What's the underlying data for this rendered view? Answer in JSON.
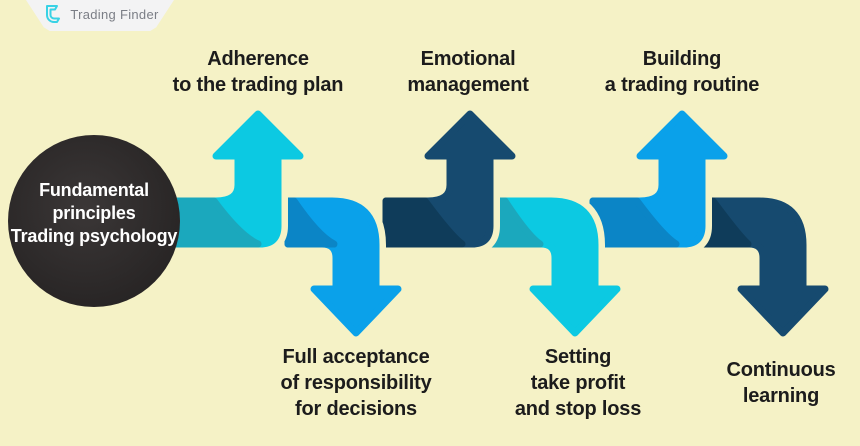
{
  "brand": {
    "name": "Trading Finder",
    "glyph_icon": "tc-monogram"
  },
  "hub": {
    "label": "Fundamental\nprinciples\nTrading psychology"
  },
  "principles_top": [
    {
      "label": "Adherence\nto the trading plan",
      "arrow_color_name": "cyan",
      "arrow_direction": "up"
    },
    {
      "label": "Emotional\nmanagement",
      "arrow_color_name": "navy",
      "arrow_direction": "up"
    },
    {
      "label": "Building\na trading routine",
      "arrow_color_name": "blue",
      "arrow_direction": "up"
    }
  ],
  "principles_bottom": [
    {
      "label": "Full acceptance\nof responsibility\nfor decisions",
      "arrow_color_name": "blue",
      "arrow_direction": "down"
    },
    {
      "label": "Setting\ntake profit\nand stop loss",
      "arrow_color_name": "cyan",
      "arrow_direction": "down"
    },
    {
      "label": "Continuous\nlearning",
      "arrow_color_name": "navy",
      "arrow_direction": "down"
    }
  ],
  "colors": {
    "background": "#F5F2C6",
    "cyan": "#0CC9E2",
    "teal_dark": "#1BA8BD",
    "blue": "#0AA1EA",
    "blue_dark": "#0B85C6",
    "navy": "#164A6F",
    "navy_dark": "#0F3C5A",
    "hub": "#2E2B2B",
    "ink": "#1C1C1C",
    "logo_cyan": "#38D2E5",
    "logo_gray": "#7B7E86"
  }
}
